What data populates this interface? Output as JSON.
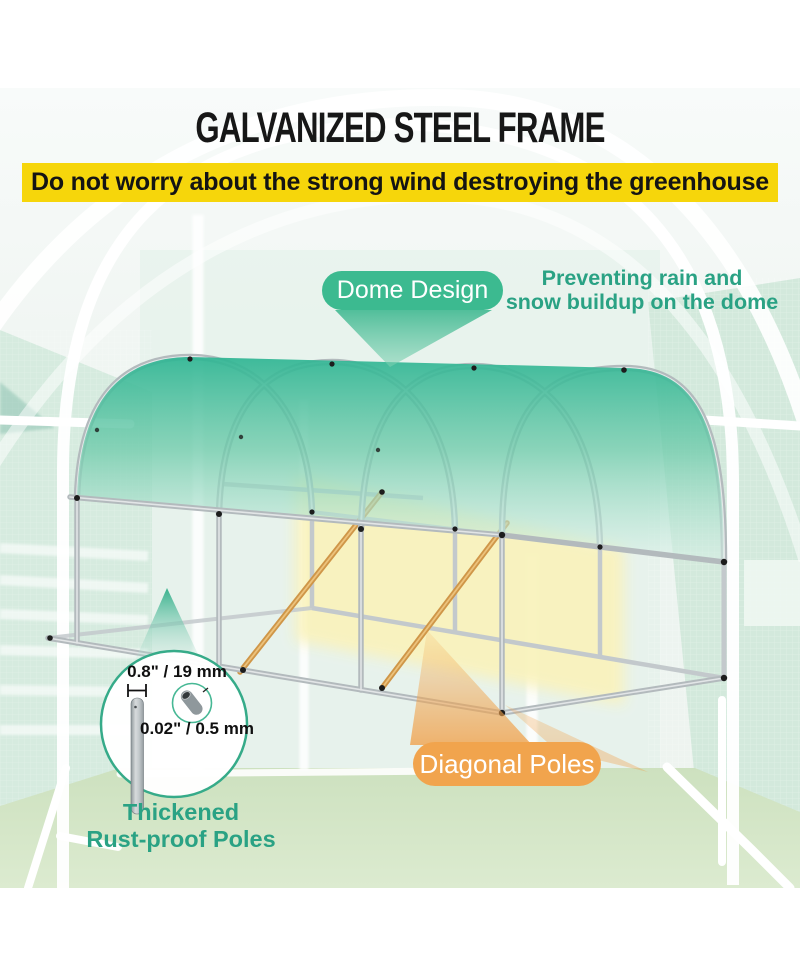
{
  "header": {
    "title": "GALVANIZED STEEL FRAME",
    "banner": "Do not worry about the strong wind destroying the greenhouse"
  },
  "annotations": {
    "dome": {
      "pill": "Dome Design",
      "note_line1": "Preventing rain and",
      "note_line2": "snow buildup on the dome"
    },
    "poles": {
      "label_line1": "Thickened",
      "label_line2": "Rust-proof Poles",
      "diameter": "0.8\" / 19 mm",
      "wall_thickness": "0.02\" / 0.5 mm"
    },
    "diagonal": {
      "pill": "Diagonal Poles"
    }
  },
  "colors": {
    "accent_teal": "#3cba90",
    "teal_text": "#2aa284",
    "accent_orange": "#f1a44d",
    "banner_yellow": "#f6d60b",
    "steel_gray": "#b6bcbf",
    "diagonal_pole_tan": "#d59a4a"
  }
}
